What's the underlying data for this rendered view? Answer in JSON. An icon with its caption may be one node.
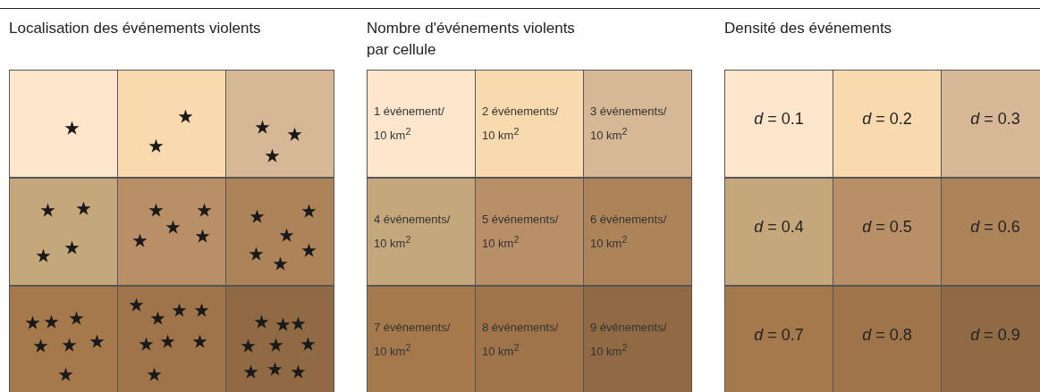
{
  "diagram": {
    "nodes": [
      {
        "text": [],
        "shape": "box"
      },
      {
        "text": [],
        "shape": "box"
      },
      {
        "text": [],
        "shape": "box"
      },
      {
        "text": [],
        "shape": "box"
      },
      {
        "text": [],
        "shape": "box"
      },
      {
        "text": [],
        "shape": "box"
      },
      {
        "text": [],
        "shape": "box"
      },
      {
        "text": [],
        "shape": "box"
      },
      {
        "text": [],
        "shape": "box"
      },
      {
        "text": [
          "1 événement/ 10 km$^{2}$"
        ]
      },
      {
        "text": [
          "2 événements/ 10 km$^{2}$"
        ]
      },
      {
        "text": [
          "3 événements/ 10 km$^{2}$"
        ]
      },
      {
        "text": [
          "4 événements/ 10 km$^{2}$"
        ]
      },
      {
        "text": [
          "5 événements/ 10 km$^{2}$"
        ]
      },
      {
        "text": [
          "6 événements/ 10 km$^{2}$"
        ]
      },
      {
        "text": [
          "7 événements/ 10 km$^{2}$"
        ]
      },
      {
        "text": [
          "8 événements/ 10 km$^{2}$"
        ]
      },
      {
        "text": [
          "9 événements/ 10 km$^{2}$"
        ]
      },
      {
        "text": [
          "*d* = 0.1"
        ]
      },
      {
        "text": [
          "*d* = 0.2"
        ]
      },
      {
        "text": [
          "*d* = 0.3"
        ]
      },
      {
        "text": [
          "*d* = 0.4"
        ]
      },
      {
        "text": [
          "*d* = 0.5"
        ]
      },
      {
        "text": [
          "*d* = 0.6"
        ]
      },
      {
        "text": [
          "*d* = 0.7"
        ]
      },
      {
        "text": [
          "*d* = 0.8"
        ]
      },
      {
        "text": [
          "*d* = 0.9"
        ]
      }
    ],
    "edges": [],
    "labels": [
      "Localisation des événements violents",
      "Nombre d'événements violents par cellule",
      "Densité des événements"
    ]
  }
}
